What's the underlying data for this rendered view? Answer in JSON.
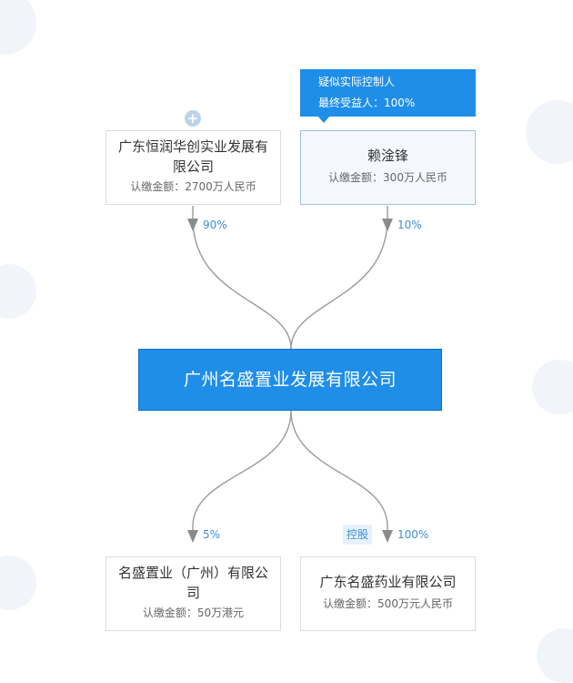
{
  "tag": {
    "line1": "疑似实际控制人",
    "line2": "最终受益人：100%"
  },
  "shareholders": [
    {
      "name": "广东恒润华创实业发展有限公司",
      "capital": "认缴金额：2700万人民币",
      "percent": "90%"
    },
    {
      "name": "赖淦锋",
      "capital": "认缴金额：300万人民币",
      "percent": "10%"
    }
  ],
  "company": {
    "name": "广州名盛置业发展有限公司"
  },
  "investments": [
    {
      "name": "名盛置业（广州）有限公司",
      "capital": "认缴金额：50万港元",
      "percent": "5%"
    },
    {
      "name": "广东名盛药业有限公司",
      "capital": "认缴金额：500万元人民币",
      "percent": "100%",
      "badge": "控股"
    }
  ],
  "colors": {
    "primary": "#1e8ee8",
    "percent_text": "#3a8fd8",
    "edge": "#9a9a9a"
  },
  "icons": [
    "plus-icon",
    "watermark-logo-icon"
  ]
}
